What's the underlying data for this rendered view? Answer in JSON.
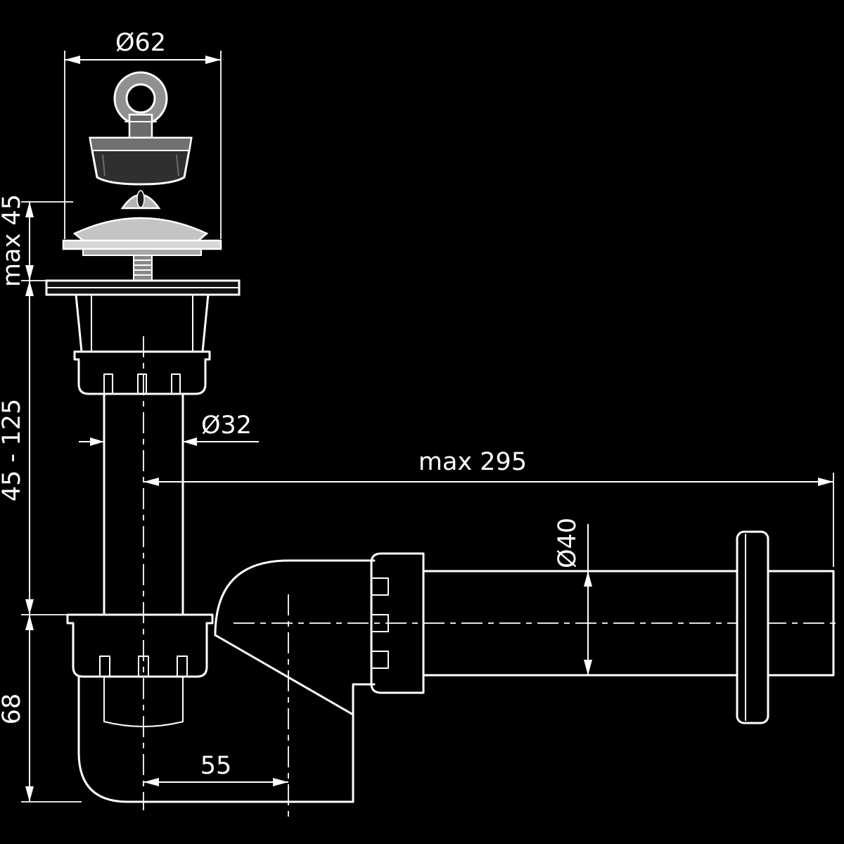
{
  "diagram": {
    "title": "drain-siphon-technical-drawing",
    "colors": {
      "background": "#000000",
      "line": "#ffffff",
      "fill_light": "#d6d6d6",
      "fill_mid": "#909090",
      "fill_dark": "#2f2f2f"
    },
    "dimensions": {
      "plug_diameter": "Ø62",
      "strainer_height": "max 45",
      "tailpipe_range": "45 - 125",
      "tailpipe_diameter": "Ø32",
      "horizontal_reach": "max 295",
      "outlet_diameter": "Ø40",
      "trap_depth": "68",
      "outlet_offset": "55"
    }
  }
}
